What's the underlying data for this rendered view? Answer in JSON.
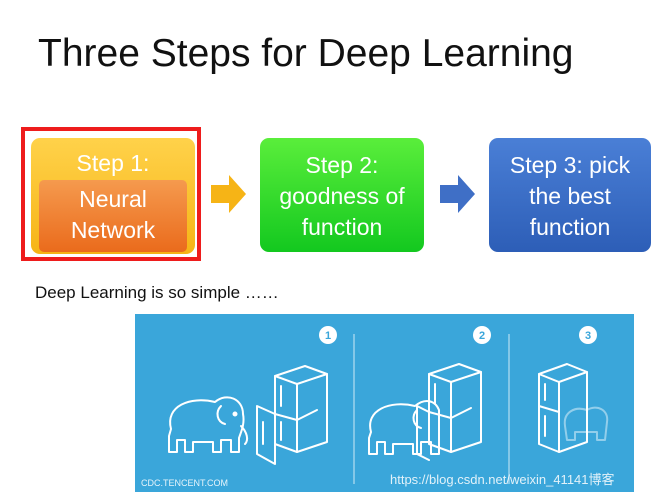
{
  "title": "Three Steps for Deep Learning",
  "steps": {
    "step1": {
      "label": "Step 1:",
      "sub": [
        "Neural",
        "Network"
      ]
    },
    "step2": {
      "lines": [
        "Step 2:",
        "goodness of",
        "function"
      ]
    },
    "step3": {
      "lines": [
        "Step 3: pick",
        "the best",
        "function"
      ]
    }
  },
  "caption": "Deep Learning is so simple ……",
  "illustration": {
    "badges": [
      "1",
      "2",
      "3"
    ],
    "footer": "CDC.TENCENT.COM"
  },
  "watermark": "https://blog.csdn.net/weixin_41141博客",
  "colors": {
    "step1": "#f6b416",
    "step1_inner": "#ea6b1c",
    "step2": "#13c81f",
    "step3": "#2d5eb7",
    "highlight": "#ee1c1c",
    "arrow1": "#f6b416",
    "arrow2": "#2d5eb7",
    "panel": "#3aa6da"
  }
}
